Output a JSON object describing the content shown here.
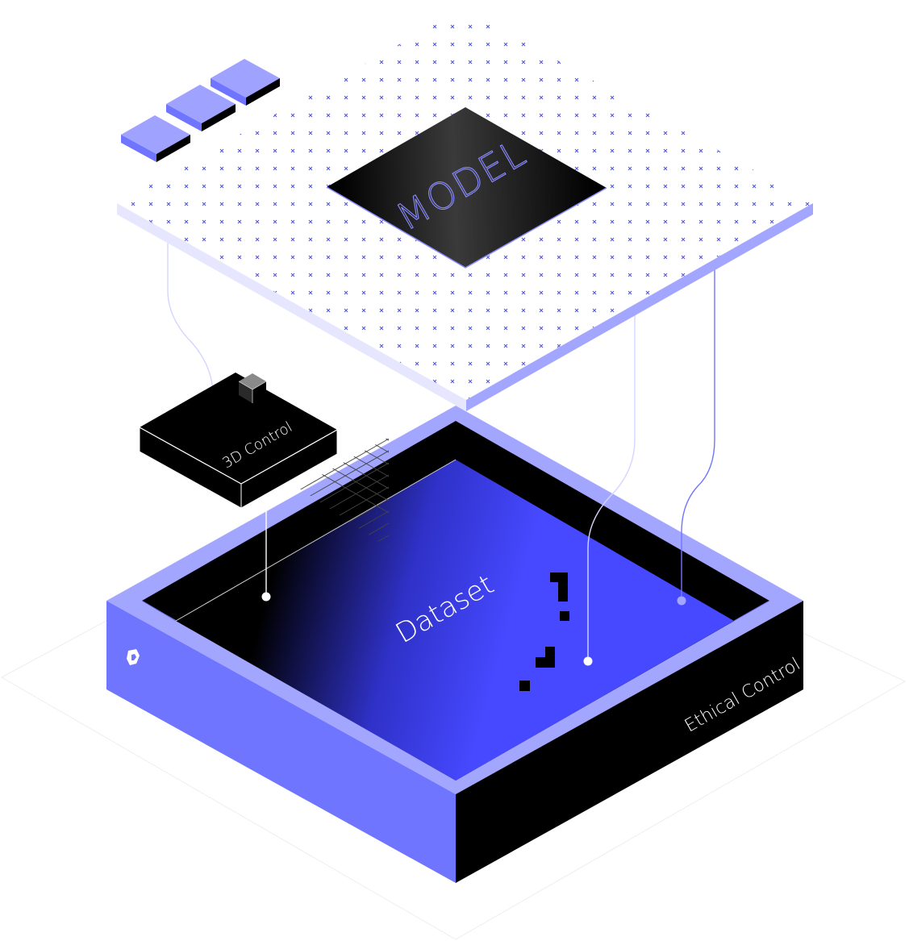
{
  "labels": {
    "model": "MODEL",
    "dataset": "Dataset",
    "control_3d": "3D Control",
    "ethical_control": "Ethical Control"
  },
  "colors": {
    "accent": "#7075ff",
    "accent_light": "#a3a6ff",
    "accent_top": "#b3b5ff",
    "dataset_blue": "#4649ff",
    "dark": "#000000",
    "dot_pattern": "#5558e0",
    "connector": "#d4d5ff"
  },
  "icons": {
    "brand": "brand-logo-icon",
    "cube": "cube-icon"
  }
}
